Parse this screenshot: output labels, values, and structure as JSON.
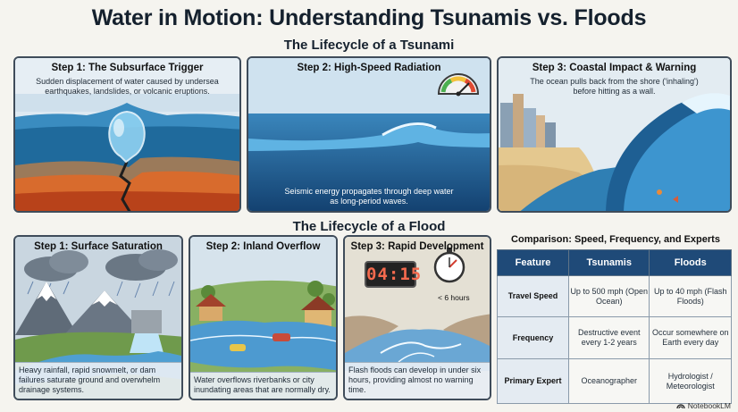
{
  "title": "Water in Motion: Understanding Tsunamis vs. Floods",
  "tsunami_section": {
    "title": "The Lifecycle of a Tsunami",
    "steps": [
      {
        "title": "Step 1: The Subsurface Trigger",
        "desc": "Sudden displacement of water caused by undersea earthquakes, landslides, or volcanic eruptions."
      },
      {
        "title": "Step 2: High-Speed Radiation",
        "desc": "Seismic energy propagates through deep water as long-period waves."
      },
      {
        "title": "Step 3: Coastal Impact & Warning",
        "desc": "The ocean pulls back from the shore ('inhaling') before hitting as a wall."
      }
    ]
  },
  "flood_section": {
    "title": "The Lifecycle of a Flood",
    "steps": [
      {
        "title": "Step 1: Surface Saturation",
        "desc": "Heavy rainfall, rapid snowmelt, or dam failures saturate ground and overwhelm drainage systems."
      },
      {
        "title": "Step 2: Inland Overflow",
        "desc": "Water overflows riverbanks or city inundating areas that are normally dry."
      },
      {
        "title": "Step 3: Rapid Development",
        "desc": "Flash floods can develop in under six hours, providing almost no warning time.",
        "timer": "04:15",
        "hours_label": "< 6 hours"
      }
    ]
  },
  "comparison": {
    "title": "Comparison: Speed, Frequency, and Experts",
    "headers": [
      "Feature",
      "Tsunamis",
      "Floods"
    ],
    "rows": [
      {
        "feature": "Travel Speed",
        "tsunami": "Up to 500 mph (Open Ocean)",
        "flood": "Up to 40 mph (Flash Floods)"
      },
      {
        "feature": "Frequency",
        "tsunami": "Destructive event every 1-2 years",
        "flood": "Occur somewhere on Earth every day"
      },
      {
        "feature": "Primary Expert",
        "tsunami": "Oceanographer",
        "flood": "Hydrologist / Meteorologist"
      }
    ]
  },
  "brand": "NotebookLM",
  "colors": {
    "header_blue": "#1f4a78",
    "border": "#3f4c5a",
    "ocean": "#2f76a8"
  }
}
